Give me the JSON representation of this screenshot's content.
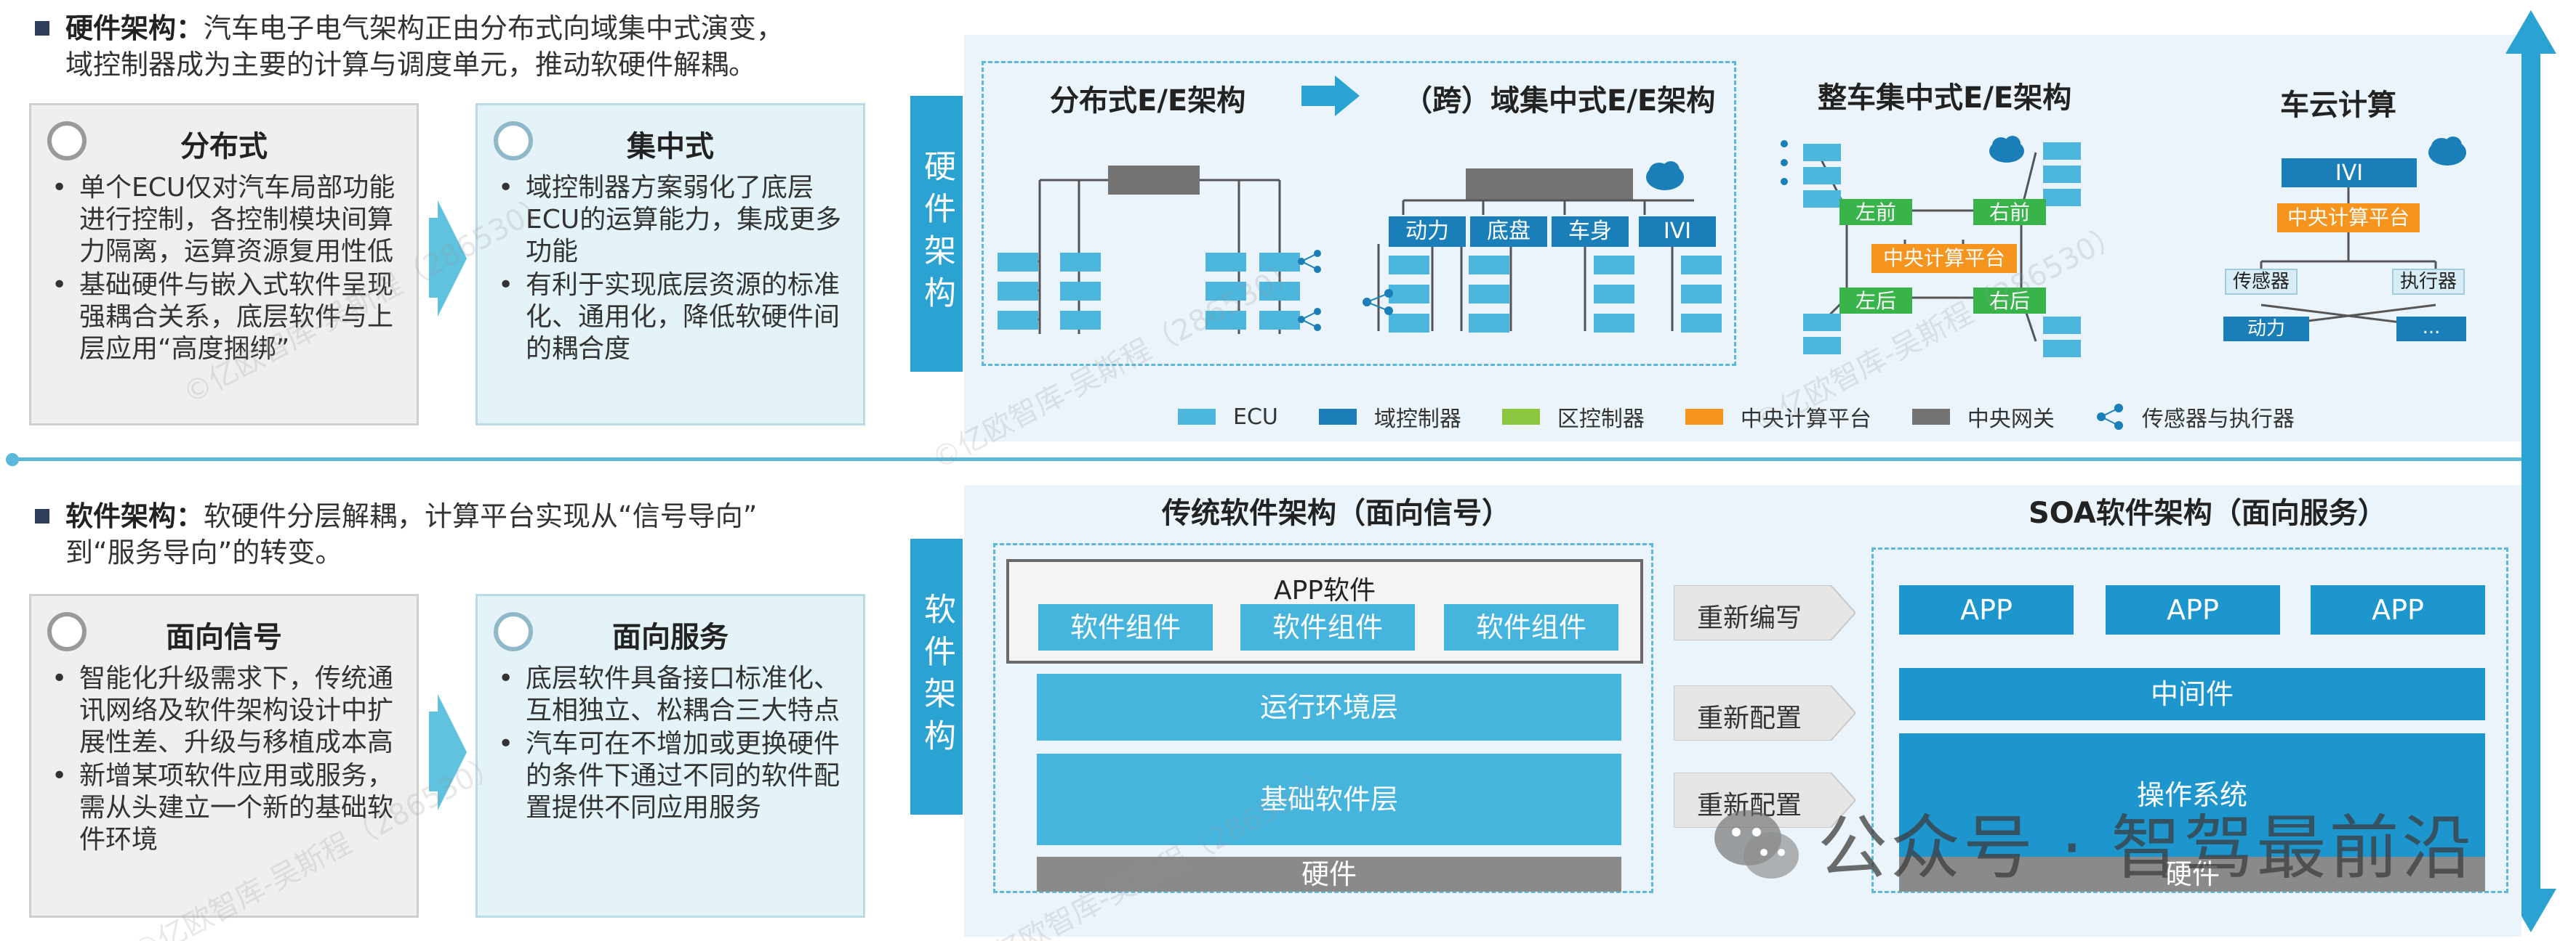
{
  "hardware": {
    "intro_title": "硬件架构：",
    "intro_text_line1": "汽车电子电气架构正由分布式向域集中式演变，",
    "intro_text_line2": "域控制器成为主要的计算与调度单元，推动软硬件解耦。",
    "card_left": {
      "title": "分布式",
      "bullets": [
        "单个ECU仅对汽车局部功能进行控制，各控制模块间算力隔离，运算资源复用性低",
        "基础硬件与嵌入式软件呈现强耦合关系，底层软件与上层应用“高度捆绑”"
      ]
    },
    "card_right": {
      "title": "集中式",
      "bullets": [
        "域控制器方案弱化了底层ECU的运算能力，集成更多功能",
        "有利于实现底层资源的标准化、通用化，降低软硬件间的耦合度"
      ]
    },
    "side_label": "硬件架构",
    "diagram": {
      "distributed_title": "分布式E/E架构",
      "domain_title": "（跨）域集中式E/E架构",
      "vehicle_title": "整车集中式E/E架构",
      "cloud_title": "车云计算",
      "domains": [
        "动力",
        "底盘",
        "车身",
        "IVI"
      ],
      "zones": [
        "左前",
        "右前",
        "左后",
        "右后"
      ],
      "central_platform": "中央计算平台",
      "cloud_ivi": "IVI",
      "cloud_platform": "中央计算平台",
      "cloud_sensor": "传感器",
      "cloud_actuator": "执行器",
      "cloud_power": "动力",
      "cloud_more": "..."
    },
    "legend": [
      {
        "label": "ECU",
        "color": "#4cb6dc"
      },
      {
        "label": "域控制器",
        "color": "#1a7fb8"
      },
      {
        "label": "区控制器",
        "color": "#8dc63f"
      },
      {
        "label": "中央计算平台",
        "color": "#f7941d"
      },
      {
        "label": "中央网关",
        "color": "#737373"
      },
      {
        "label": "传感器与执行器",
        "color": "#1a7fb8"
      }
    ]
  },
  "software": {
    "intro_title": "软件架构：",
    "intro_text_line1": "软硬件分层解耦，计算平台实现从“信号导向”",
    "intro_text_line2": "到“服务导向”的转变。",
    "card_left": {
      "title": "面向信号",
      "bullets": [
        "智能化升级需求下，传统通讯网络及软件架构设计中扩展性差、升级与移植成本高",
        "新增某项软件应用或服务，需从头建立一个新的基础软件环境"
      ]
    },
    "card_right": {
      "title": "面向服务",
      "bullets": [
        "底层软件具备接口标准化、互相独立、松耦合三大特点",
        "汽车可在不增加或更换硬件的条件下通过不同的软件配置提供不同应用服务"
      ]
    },
    "side_label": "软件架构",
    "traditional_title": "传统软件架构（面向信号）",
    "soa_title": "SOA软件架构（面向服务）",
    "app_software": "APP软件",
    "components": [
      "软件组件",
      "软件组件",
      "软件组件"
    ],
    "runtime_layer": "运行环境层",
    "basic_layer": "基础软件层",
    "hardware": "硬件",
    "arrows": [
      "重新编写",
      "重新配置",
      "重新配置"
    ],
    "soa_apps": [
      "APP",
      "APP",
      "APP"
    ],
    "middleware": "中间件",
    "os": "操作系统",
    "soa_hardware": "硬件"
  },
  "watermark_text": "©亿欧智库-吴斯程（286530）",
  "wechat_overlay": "公众号 · 智驾最前沿"
}
